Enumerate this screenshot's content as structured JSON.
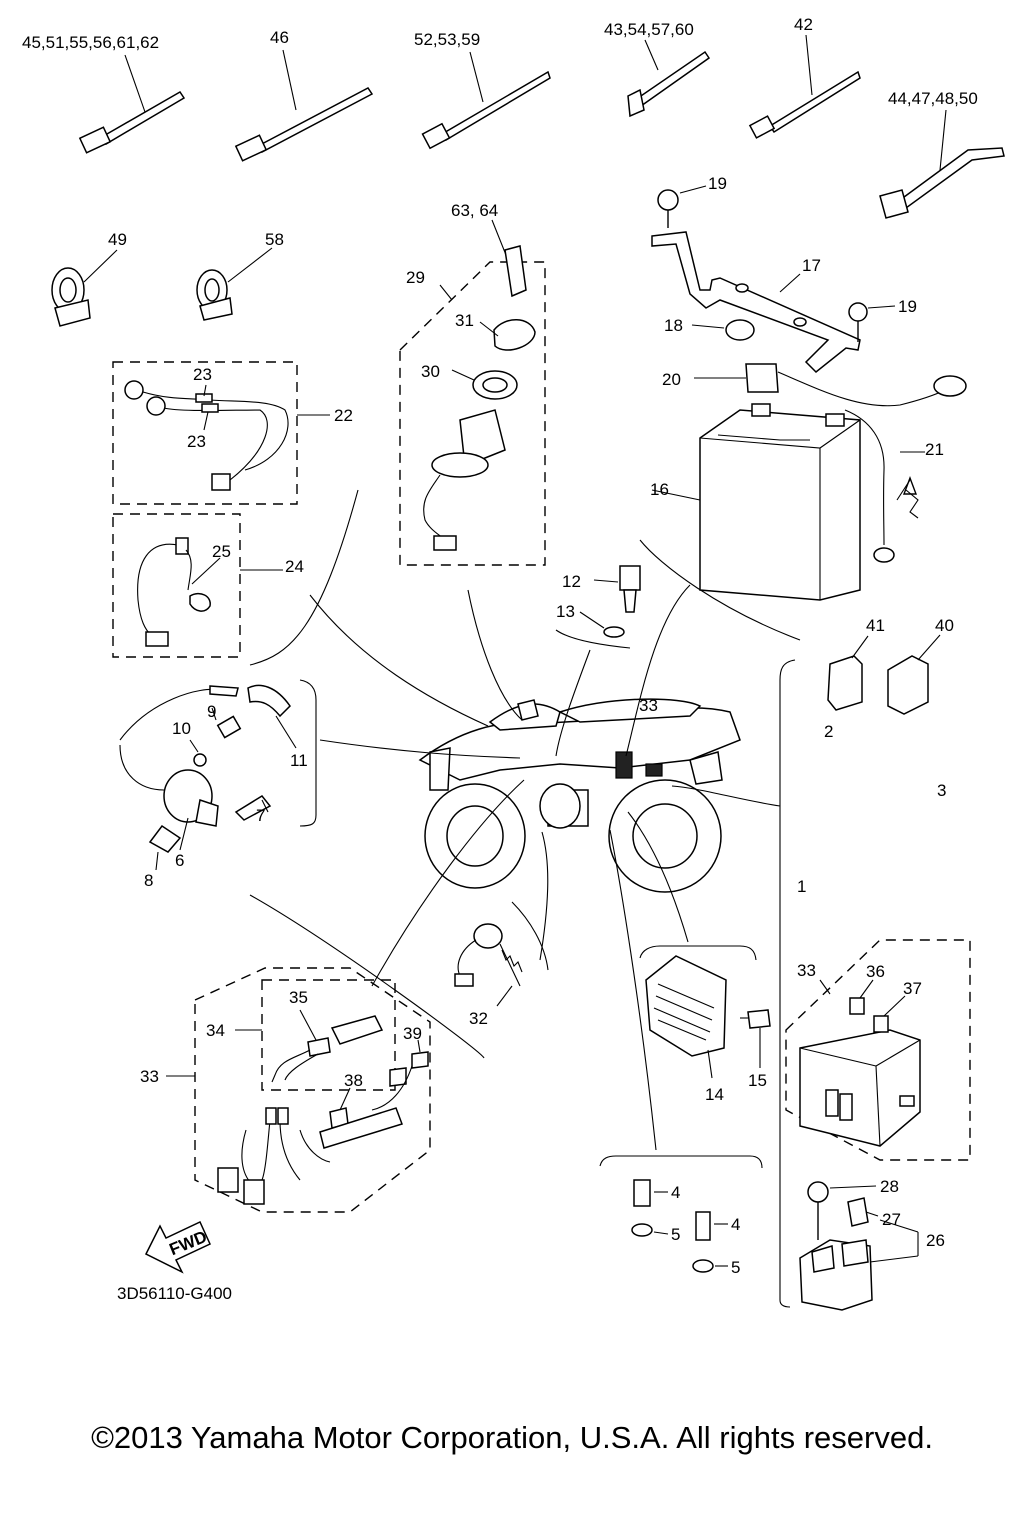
{
  "labels": {
    "l_45_51": "45,51,55,56,61,62",
    "l_46": "46",
    "l_52": "52,53,59",
    "l_43": "43,54,57,60",
    "l_42": "42",
    "l_44": "44,47,48,50",
    "l_19a": "19",
    "l_19b": "19",
    "l_63": "63, 64",
    "l_49": "49",
    "l_58": "58",
    "l_29": "29",
    "l_17": "17",
    "l_31": "31",
    "l_18": "18",
    "l_30": "30",
    "l_20": "20",
    "l_23a": "23",
    "l_23b": "23",
    "l_22": "22",
    "l_21": "21",
    "l_16": "16",
    "l_25": "25",
    "l_24": "24",
    "l_12": "12",
    "l_13": "13",
    "l_41": "41",
    "l_40": "40",
    "l_9": "9",
    "l_10": "10",
    "l_11": "11",
    "l_33a": "33",
    "l_2": "2",
    "l_3": "3",
    "l_7": "7",
    "l_6": "6",
    "l_8": "8",
    "l_1": "1",
    "l_35": "35",
    "l_34": "34",
    "l_39": "39",
    "l_33b": "33",
    "l_38": "38",
    "l_32": "32",
    "l_33c": "33",
    "l_36": "36",
    "l_37": "37",
    "l_14": "14",
    "l_15": "15",
    "l_4a": "4",
    "l_5a": "5",
    "l_4b": "4",
    "l_5b": "5",
    "l_28": "28",
    "l_27": "27",
    "l_26": "26",
    "fwd": "FWD",
    "ref": "3D56110-G400"
  },
  "copyright": "©2013 Yamaha Motor Corporation, U.S.A. All rights reserved."
}
